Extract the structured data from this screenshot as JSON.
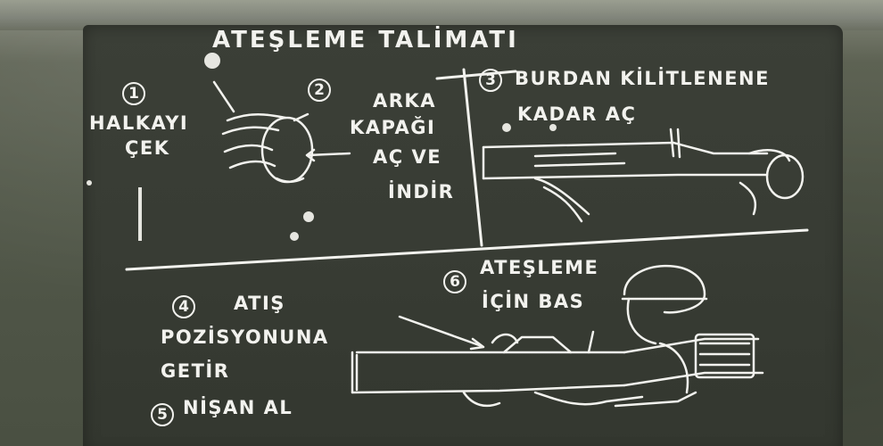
{
  "title": "ATEŞLEME TALİMATI",
  "steps": [
    {
      "num": "1",
      "lines": [
        "HALKAYI",
        "ÇEK"
      ]
    },
    {
      "num": "2",
      "lines": [
        "ARKA",
        "KAPAĞI",
        "AÇ VE",
        "İNDİR"
      ]
    },
    {
      "num": "3",
      "lines": [
        "BURDAN KİLİTLENENE",
        "KADAR AÇ"
      ]
    },
    {
      "num": "4",
      "lines": [
        "ATIŞ",
        "POZİSYONUNA",
        "GETİR"
      ]
    },
    {
      "num": "5",
      "lines": [
        "NİŞAN AL"
      ]
    },
    {
      "num": "6",
      "lines": [
        "ATEŞLEME",
        "İÇİN BAS"
      ]
    }
  ],
  "colors": {
    "label_bg": "#383c34",
    "ink": "#f2f2ee",
    "tube": "#545a4b"
  }
}
